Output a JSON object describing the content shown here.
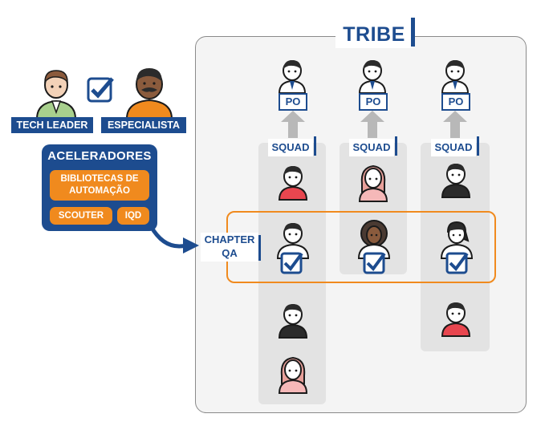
{
  "tribe": {
    "title": "TRIBE"
  },
  "squads": [
    {
      "label": "SQUAD",
      "po": "PO"
    },
    {
      "label": "SQUAD",
      "po": "PO"
    },
    {
      "label": "SQUAD",
      "po": "PO"
    }
  ],
  "chapter": {
    "line1": "CHAPTER",
    "line2": "QA"
  },
  "roles": {
    "tech_leader": "TECH LEADER",
    "especialista": "ESPECIALISTA"
  },
  "aceleradores": {
    "title": "ACELERADORES",
    "bibliotecas_line1": "BIBLIOTECAS DE",
    "bibliotecas_line2": "AUTOMAÇÃO",
    "scouter": "SCOUTER",
    "iqd": "IQD"
  },
  "colors": {
    "brand_blue": "#1d4c8f",
    "accent_orange": "#f08a1e",
    "red_shirt": "#e8464f",
    "dark_shirt": "#2b2b2b",
    "pink_shirt": "#f5b8b8",
    "green_shirt": "#a8d08d",
    "check_blue": "#1d4c8f"
  }
}
